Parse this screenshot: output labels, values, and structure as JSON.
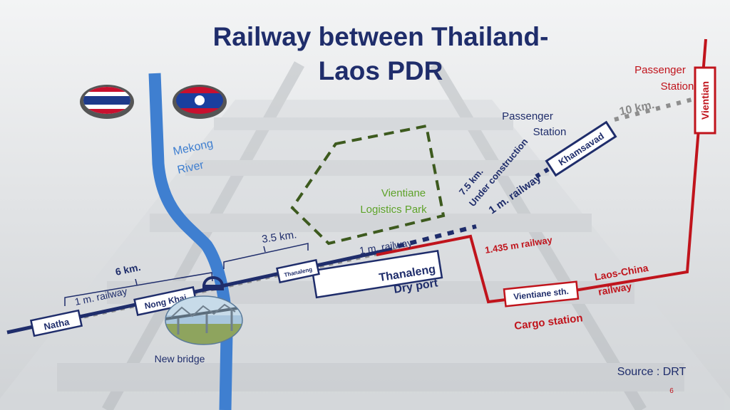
{
  "slide": {
    "title_line1": "Railway between Thailand-",
    "title_line2": "Laos PDR",
    "source": "Source : DRT",
    "page_number": "6"
  },
  "river": {
    "name_line1": "Mekong",
    "name_line2": "River"
  },
  "stations": {
    "natha": "Natha",
    "nong_khai": "Nong Khai",
    "thanaleng": "Thanaleng",
    "khamsavad": "Khamsavad",
    "vientiane_sth": "Vientiane sth.",
    "vientian": "Vientian"
  },
  "labels": {
    "dist_6km": "6 km.",
    "dist_3_5km": "3.5 km.",
    "railway_1m_left": "1 m. railway",
    "railway_1m_mid": "1 m. railway",
    "dist_7_5km": "7.5 km.",
    "under_construction": "Under construction",
    "railway_1m_diag": "1 m. railway",
    "dist_10km": "10 km.",
    "railway_1435": "1.435 m railway",
    "laos_china_line1": "Laos-China",
    "laos_china_line2": "railway",
    "cargo_station": "Cargo station",
    "passenger_station_left_line1": "Passenger",
    "passenger_station_left_line2": "Station",
    "passenger_station_right_line1": "Passenger",
    "passenger_station_right_line2": "Station",
    "logistics_park_line1": "Vientiane",
    "logistics_park_line2": "Logistics Park",
    "dry_port_line1": "Thanaleng",
    "dry_port_line2": "Dry port",
    "new_bridge": "New bridge"
  },
  "colors": {
    "title": "#1f2d6b",
    "navy": "#1f2d6b",
    "rail_red": "#c0141c",
    "river_blue": "#3f7fd0",
    "logistics_green": "#3d5a1e",
    "dotted_gray": "#8e8e8e",
    "text_gray": "#8a8a8a"
  }
}
